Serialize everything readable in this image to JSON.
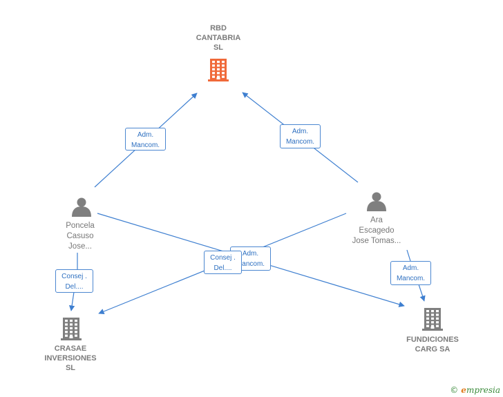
{
  "colors": {
    "edge": "#3e7fd0",
    "main_company": "#f06a3a",
    "company": "#7f7f7f",
    "person": "#7f7f7f",
    "label": "#777777"
  },
  "nodes": {
    "rbd": {
      "type": "company",
      "main": true,
      "lines": [
        "RBD",
        "CANTABRIA",
        "SL"
      ]
    },
    "poncela": {
      "type": "person",
      "lines": [
        "Poncela",
        "Casuso",
        "Jose..."
      ]
    },
    "ara": {
      "type": "person",
      "lines": [
        "Ara",
        "Escagedo",
        "Jose Tomas..."
      ]
    },
    "crasae": {
      "type": "company",
      "lines": [
        "CRASAE",
        "INVERSIONES",
        "SL"
      ]
    },
    "fundiciones": {
      "type": "company",
      "lines": [
        "FUNDICIONES",
        "CARG SA"
      ]
    }
  },
  "relations": [
    {
      "id": "poncela-rbd",
      "from": "poncela",
      "to": "rbd",
      "lines": [
        "Adm.",
        "Mancom."
      ]
    },
    {
      "id": "ara-rbd",
      "from": "ara",
      "to": "rbd",
      "lines": [
        "Adm.",
        "Mancom."
      ]
    },
    {
      "id": "poncela-crasae",
      "from": "poncela",
      "to": "crasae",
      "lines": [
        "Consej .",
        "Del...."
      ]
    },
    {
      "id": "ara-fundiciones",
      "from": "ara",
      "to": "fundiciones",
      "lines": [
        "Adm.",
        "Mancom."
      ]
    },
    {
      "id": "poncela-fundiciones",
      "from": "poncela",
      "to": "fundiciones",
      "lines": [
        "Adm.",
        "Mancom."
      ]
    },
    {
      "id": "ara-crasae",
      "from": "ara",
      "to": "crasae",
      "lines": [
        "Consej .",
        "Del...."
      ]
    }
  ],
  "brand": {
    "copyright": "©",
    "e": "e",
    "rest": "mpresia"
  }
}
